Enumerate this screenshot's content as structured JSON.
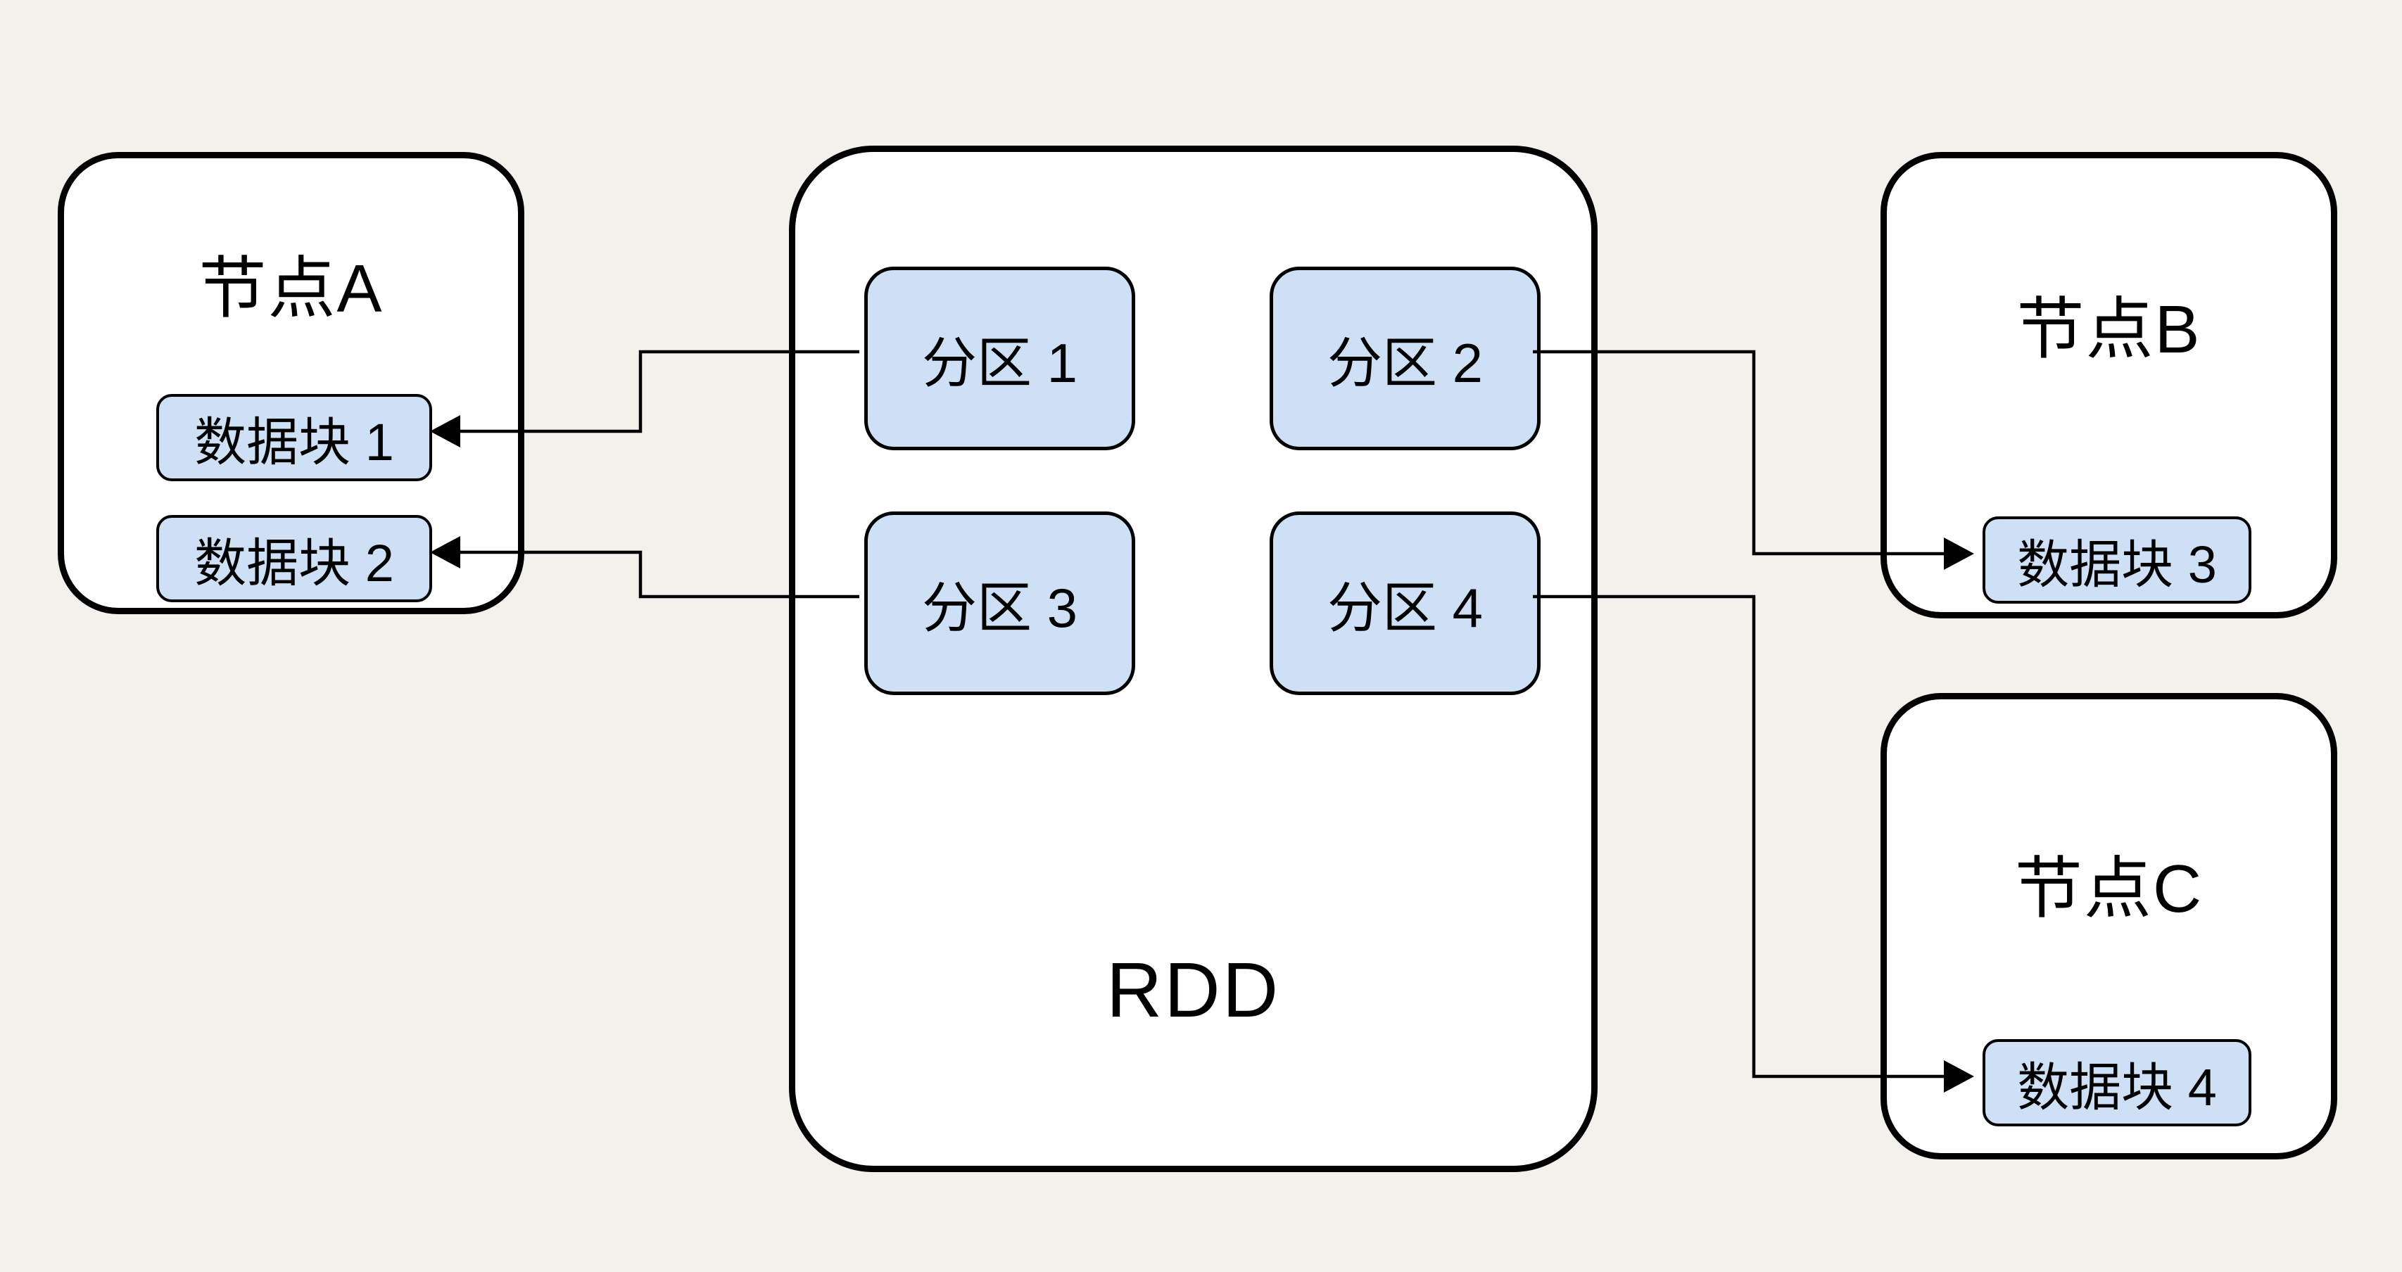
{
  "diagram": {
    "background": "#f3f1ec",
    "colors": {
      "node_fill": "#ffffff",
      "node_border": "#000000",
      "block_fill": "#cde0f5",
      "line": "#000000",
      "text": "#000000"
    },
    "nodes": [
      {
        "id": "node-a",
        "title": "节点A",
        "blocks": [
          "数据块 1",
          "数据块 2"
        ]
      },
      {
        "id": "rdd",
        "title": "RDD",
        "partitions": [
          "分区 1",
          "分区 2",
          "分区 3",
          "分区 4"
        ]
      },
      {
        "id": "node-b",
        "title": "节点B",
        "blocks": [
          "数据块 3"
        ]
      },
      {
        "id": "node-c",
        "title": "节点C",
        "blocks": [
          "数据块 4"
        ]
      }
    ],
    "edges": [
      {
        "from": "分区 1",
        "to": "数据块 1",
        "direction": "left"
      },
      {
        "from": "分区 3",
        "to": "数据块 2",
        "direction": "left"
      },
      {
        "from": "分区 2",
        "to": "数据块 3",
        "direction": "right"
      },
      {
        "from": "分区 4",
        "to": "数据块 4",
        "direction": "right"
      }
    ]
  }
}
